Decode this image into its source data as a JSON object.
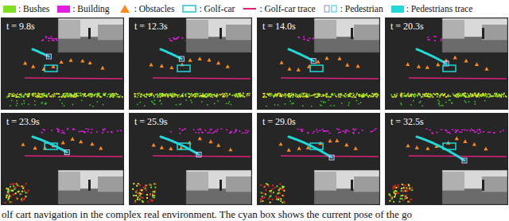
{
  "diagram": {
    "caption": "olf cart navigation in the complex real environment. The cyan box shows the current pose of the go",
    "labels": [
      "t = 9.8s",
      "t = 12.3s",
      "t = 14.0s",
      "t = 20.3s",
      "t = 23.9s",
      "t = 25.9s",
      "t = 29.0s",
      "t = 32.5s"
    ],
    "legend": [
      {
        "text": ": Bushes",
        "color": "#7ee020"
      },
      {
        "text": ": Building",
        "color": "#e21ee2"
      },
      {
        "text": ": Obstacles"
      },
      {
        "text": ": Golf-car"
      },
      {
        "text": ": Golf-car trace"
      },
      {
        "text": ": Pedestrian"
      },
      {
        "text": ": Pedestrians trace",
        "color": "#22d8d8"
      }
    ]
  }
}
